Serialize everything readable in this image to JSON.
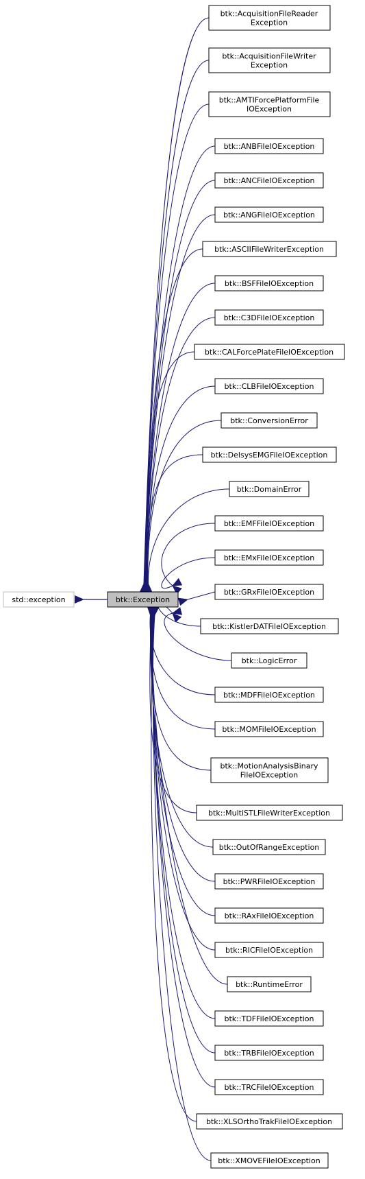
{
  "diagram": {
    "root_class": "std::exception",
    "base_class": "btk::Exception",
    "edge_color": "#191970",
    "node_border": "#000000",
    "root_border": "#bfbfbf",
    "base_fill": "#bfbfbf",
    "derived_classes": [
      {
        "lines": [
          "btk::AcquisitionFileReader",
          "Exception"
        ]
      },
      {
        "lines": [
          "btk::AcquisitionFileWriter",
          "Exception"
        ]
      },
      {
        "lines": [
          "btk::AMTIForcePlatformFile",
          "IOException"
        ]
      },
      {
        "lines": [
          "btk::ANBFileIOException"
        ]
      },
      {
        "lines": [
          "btk::ANCFileIOException"
        ]
      },
      {
        "lines": [
          "btk::ANGFileIOException"
        ]
      },
      {
        "lines": [
          "btk::ASCIIFileWriterException"
        ]
      },
      {
        "lines": [
          "btk::BSFFileIOException"
        ]
      },
      {
        "lines": [
          "btk::C3DFileIOException"
        ]
      },
      {
        "lines": [
          "btk::CALForcePlateFileIOException"
        ]
      },
      {
        "lines": [
          "btk::CLBFileIOException"
        ]
      },
      {
        "lines": [
          "btk::ConversionError"
        ]
      },
      {
        "lines": [
          "btk::DelsysEMGFileIOException"
        ]
      },
      {
        "lines": [
          "btk::DomainError"
        ]
      },
      {
        "lines": [
          "btk::EMFFileIOException"
        ]
      },
      {
        "lines": [
          "btk::EMxFileIOException"
        ]
      },
      {
        "lines": [
          "btk::GRxFileIOException"
        ]
      },
      {
        "lines": [
          "btk::KistlerDATFileIOException"
        ]
      },
      {
        "lines": [
          "btk::LogicError"
        ]
      },
      {
        "lines": [
          "btk::MDFFileIOException"
        ]
      },
      {
        "lines": [
          "btk::MOMFileIOException"
        ]
      },
      {
        "lines": [
          "btk::MotionAnalysisBinary",
          "FileIOException"
        ]
      },
      {
        "lines": [
          "btk::MultiSTLFileWriterException"
        ]
      },
      {
        "lines": [
          "btk::OutOfRangeException"
        ]
      },
      {
        "lines": [
          "btk::PWRFileIOException"
        ]
      },
      {
        "lines": [
          "btk::RAxFileIOException"
        ]
      },
      {
        "lines": [
          "btk::RICFileIOException"
        ]
      },
      {
        "lines": [
          "btk::RuntimeError"
        ]
      },
      {
        "lines": [
          "btk::TDFFileIOException"
        ]
      },
      {
        "lines": [
          "btk::TRBFileIOException"
        ]
      },
      {
        "lines": [
          "btk::TRCFileIOException"
        ]
      },
      {
        "lines": [
          "btk::XLSOrthoTrakFileIOException"
        ]
      },
      {
        "lines": [
          "btk::XMOVEFileIOException"
        ]
      }
    ]
  }
}
